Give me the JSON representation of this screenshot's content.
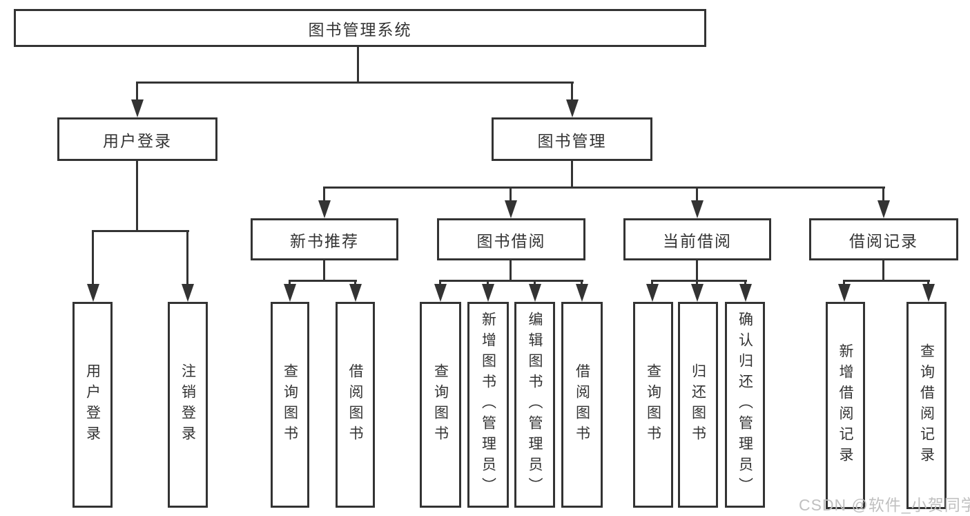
{
  "tree": {
    "title": "图书管理系统",
    "branches": [
      {
        "label": "用户登录",
        "children": [
          {
            "label": "用户登录"
          },
          {
            "label": "注销登录"
          }
        ]
      },
      {
        "label": "图书管理",
        "children": [
          {
            "label": "新书推荐",
            "children": [
              {
                "label": "查询图书"
              },
              {
                "label": "借阅图书"
              }
            ]
          },
          {
            "label": "图书借阅",
            "children": [
              {
                "label": "查询图书"
              },
              {
                "label": "新增图书（管理员）"
              },
              {
                "label": "编辑图书（管理员）"
              },
              {
                "label": "借阅图书"
              }
            ]
          },
          {
            "label": "当前借阅",
            "children": [
              {
                "label": "查询图书"
              },
              {
                "label": "归还图书"
              },
              {
                "label": "确认归还（管理员）"
              }
            ]
          },
          {
            "label": "借阅记录",
            "children": [
              {
                "label": "新增借阅记录"
              },
              {
                "label": "查询借阅记录"
              }
            ]
          }
        ]
      }
    ]
  },
  "watermark": {
    "text": "CSDN @软件_小贺同学"
  },
  "colors": {
    "line": "#333333",
    "box_border": "#333333",
    "text": "#333333",
    "background": "#ffffff",
    "watermark": "#c0c0c0"
  }
}
